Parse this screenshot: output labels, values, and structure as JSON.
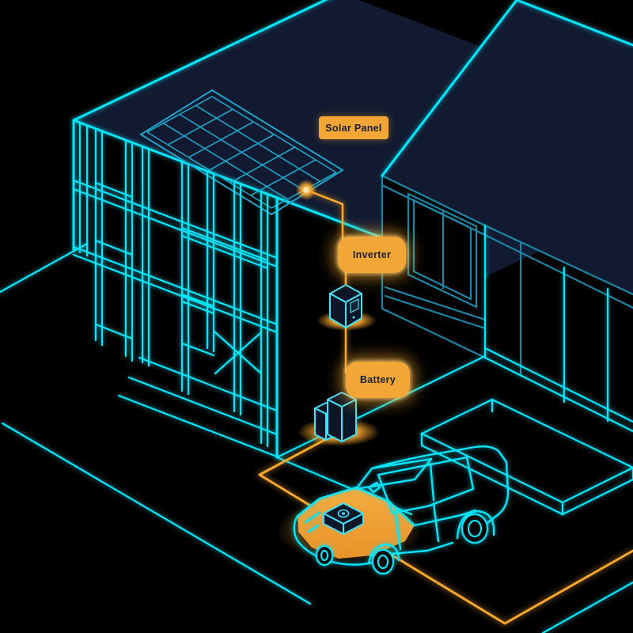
{
  "diagram": {
    "type": "isometric-home-energy-system",
    "labels": {
      "solar_panel": "Solar Panel",
      "inverter": "Inverter",
      "battery": "Battery"
    },
    "components": [
      "house-wireframe",
      "house-roof",
      "solar-panel-array",
      "solar-connection-dot",
      "energy-wire",
      "inverter-unit",
      "battery-unit",
      "garage-roof",
      "garage-window",
      "carport-frame",
      "platform-bench",
      "electric-car",
      "car-hood",
      "wireless-charging-pad",
      "driveway-path",
      "ground-lines"
    ],
    "colors": {
      "background": "#000000",
      "cyan_bright": "#00E6FF",
      "teal_line": "#1A86A6",
      "panel_grid": "#1FA3C7",
      "roof_fill": "#111A30",
      "device_fill": "#0D1626",
      "orange_wire": "#F6A62B",
      "orange_glow": "#FFC14A",
      "label_bg": "#F2A636",
      "label_text": "#172038"
    }
  }
}
